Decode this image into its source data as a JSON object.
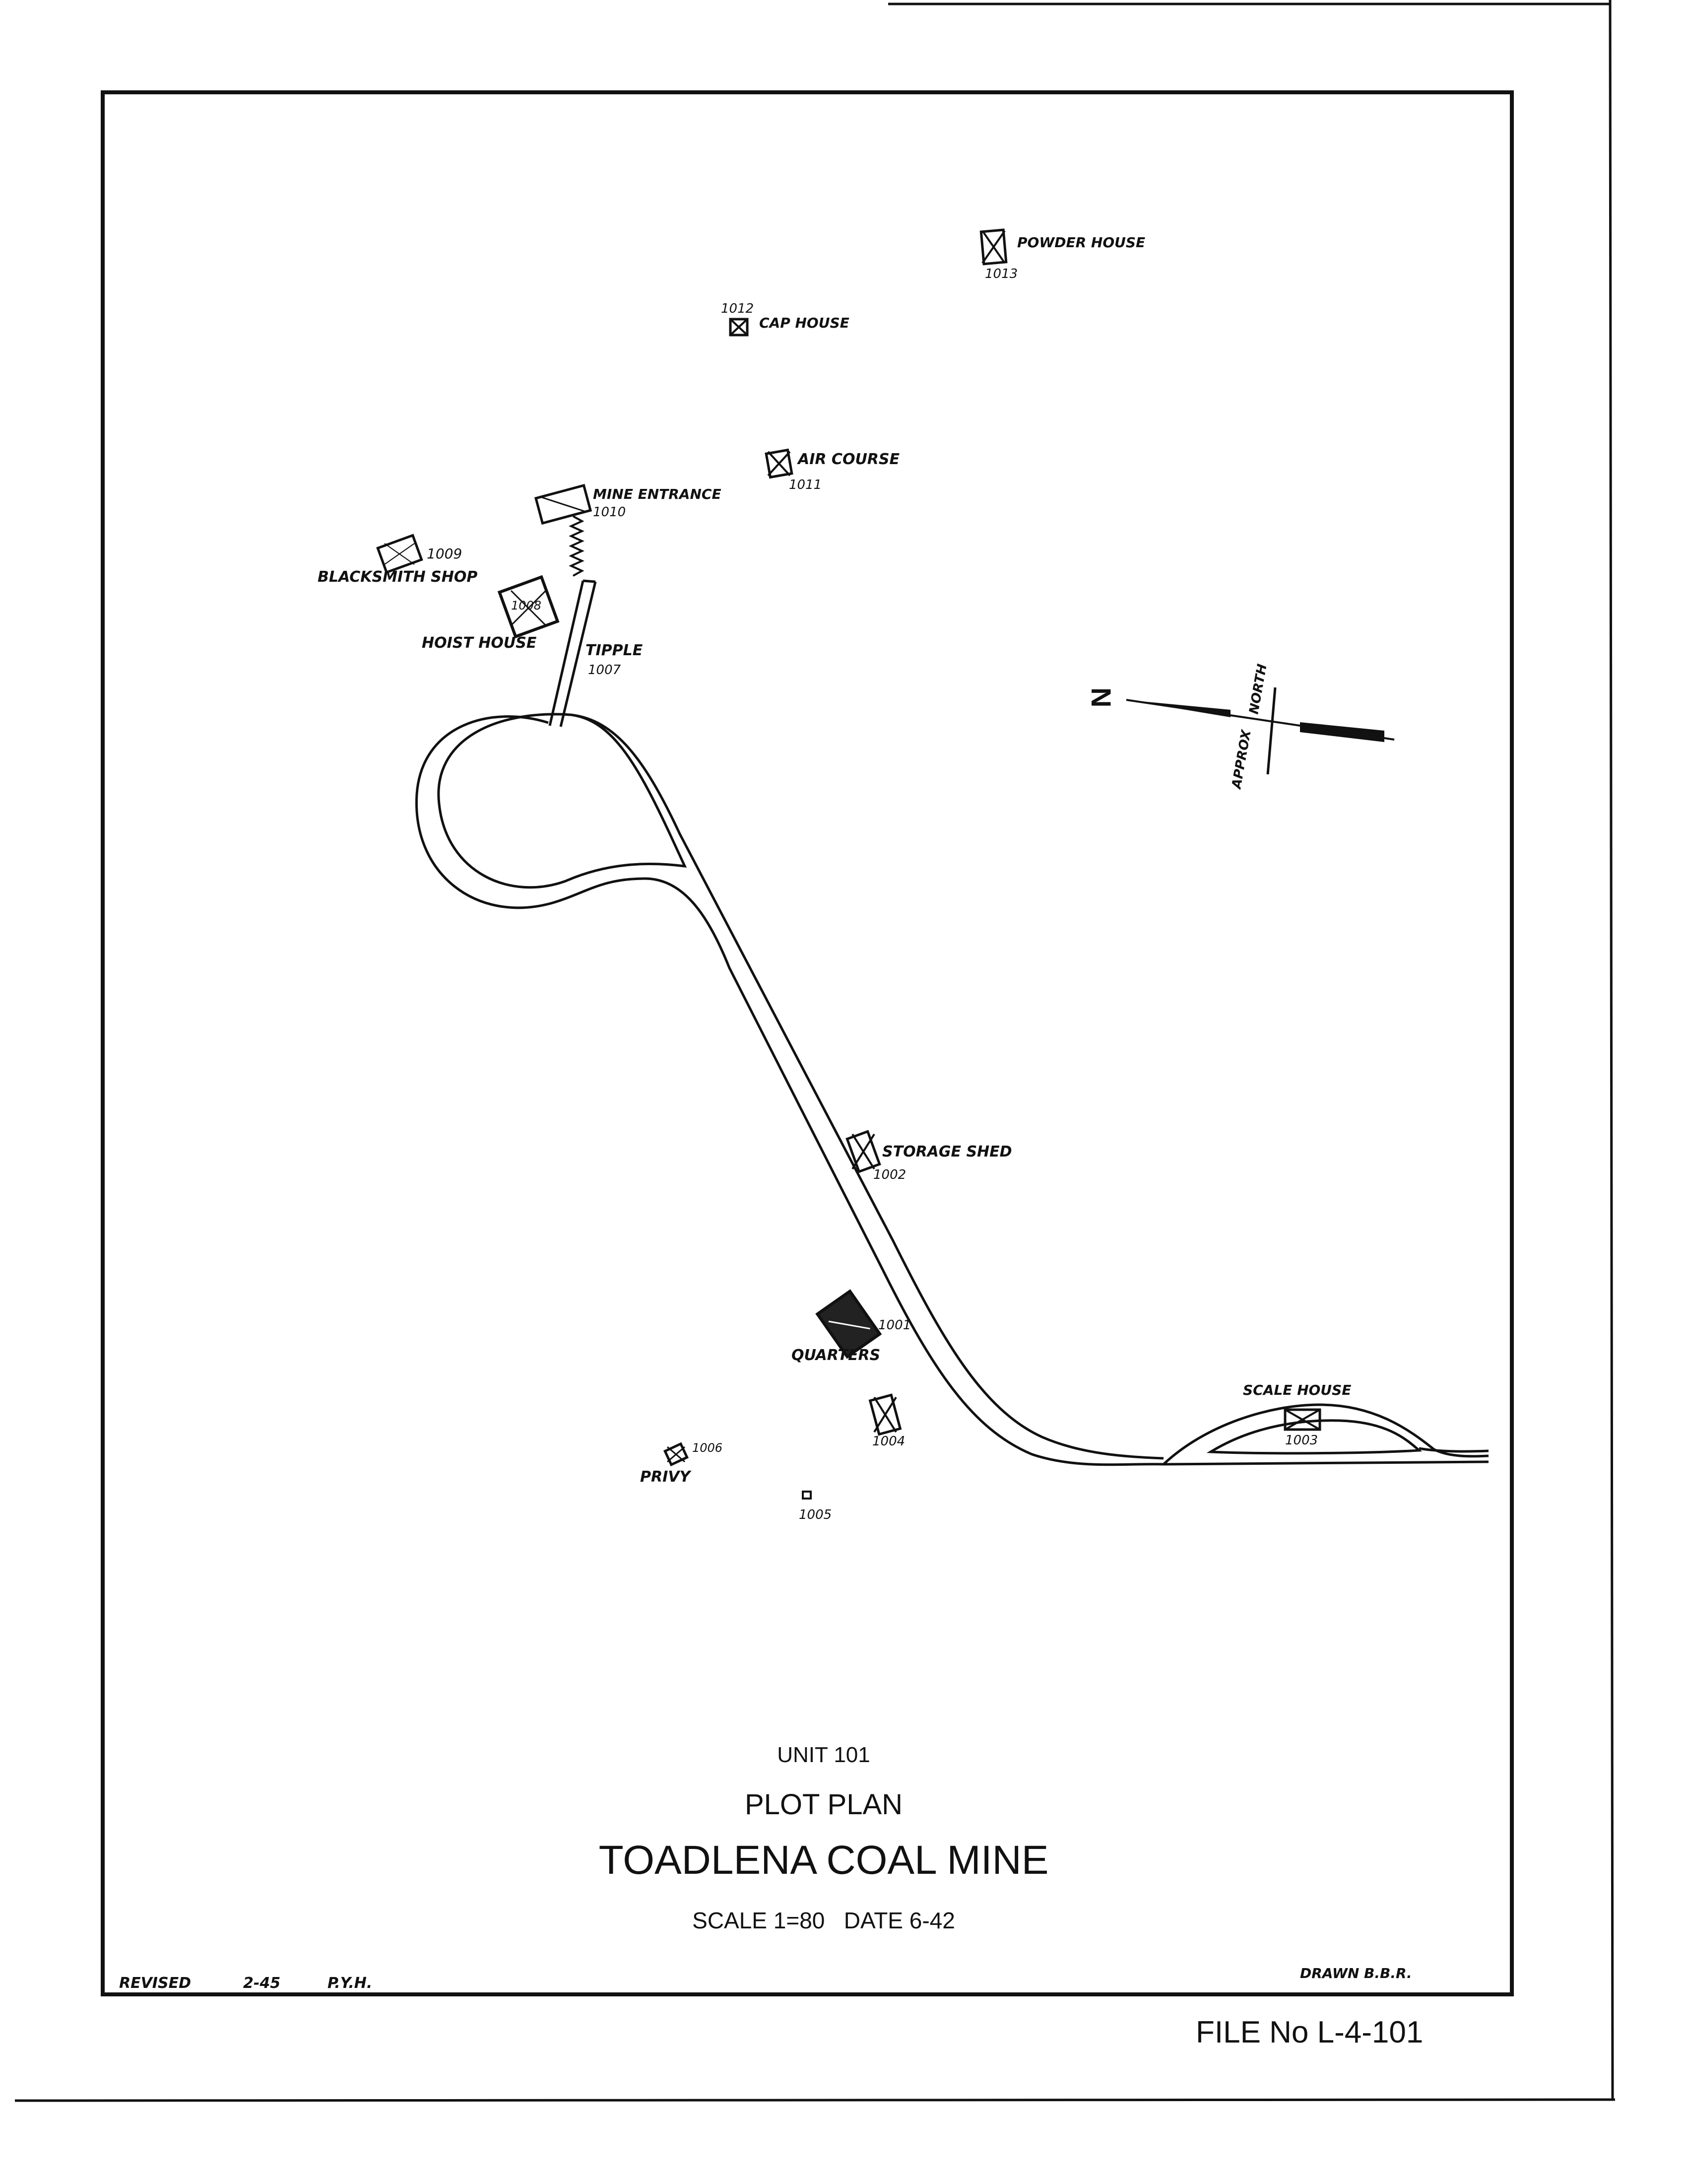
{
  "plan": {
    "unit": "UNIT 101",
    "type": "PLOT PLAN",
    "name": "TOADLENA COAL MINE",
    "scale_date": "SCALE 1=80   DATE 6-42"
  },
  "revision": {
    "label": "REVISED",
    "date": "2-45",
    "initials": "P.Y.H."
  },
  "drawn": "DRAWN B.B.R.",
  "file_no": "FILE No L-4-101",
  "north": {
    "n": "N",
    "approx": "APPROX",
    "north": "NORTH"
  },
  "buildings": [
    {
      "id": "1013",
      "label": "POWDER HOUSE"
    },
    {
      "id": "1012",
      "label": "CAP HOUSE"
    },
    {
      "id": "1011",
      "label": "AIR COURSE"
    },
    {
      "id": "1010",
      "label": "MINE ENTRANCE"
    },
    {
      "id": "1009",
      "label": "BLACKSMITH SHOP"
    },
    {
      "id": "1008",
      "label": "HOIST HOUSE"
    },
    {
      "id": "1007",
      "label": "TIPPLE"
    },
    {
      "id": "1002",
      "label": "STORAGE SHED"
    },
    {
      "id": "1001",
      "label": "QUARTERS"
    },
    {
      "id": "1003",
      "label": "SCALE HOUSE"
    },
    {
      "id": "1004",
      "label": ""
    },
    {
      "id": "1006",
      "label": "PRIVY"
    },
    {
      "id": "1005",
      "label": ""
    }
  ]
}
